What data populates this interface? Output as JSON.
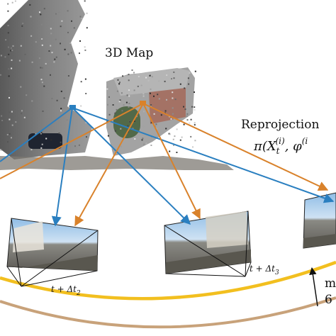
{
  "labels": {
    "map_title": "3D Map",
    "reprojection": "Reprojection",
    "formula": "π(X",
    "formula_sub": "t",
    "formula_sup": "(i)",
    "formula_tail": ", φ",
    "formula_sup2": "(i",
    "frame_label_1": "t + Δt",
    "frame_sub_1": "2",
    "frame_label_2": "t + Δt",
    "frame_sub_2": "3",
    "edge_text_1": "m",
    "edge_text_2": "6"
  },
  "colors": {
    "blue_ray": "#2a7fc0",
    "orange_ray": "#d9822b",
    "trajectory_gold": "#f2bf1f",
    "trajectory_tan": "#c8a27a",
    "map_dark": "#4a4a4a",
    "sky": "#9fc6e8"
  }
}
